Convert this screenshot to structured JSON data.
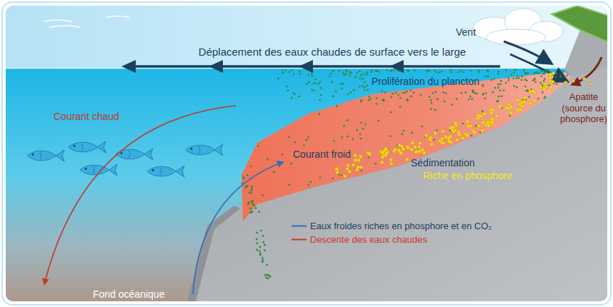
{
  "diagram": {
    "labels": [
      "Vent",
      "Déplacement des eaux chaudes de surface vers le large",
      "Prolifération du plancton",
      "Courant chaud",
      "Apatite (source du phosphore)",
      "Courant froid",
      "Sédimentation",
      "Riche en phosphore",
      "Fond océanique"
    ],
    "legend": [
      {
        "text": "Eaux froides riches en phosphore et en CO₂"
      },
      {
        "text": "Descente des eaux chaudes"
      }
    ]
  }
}
